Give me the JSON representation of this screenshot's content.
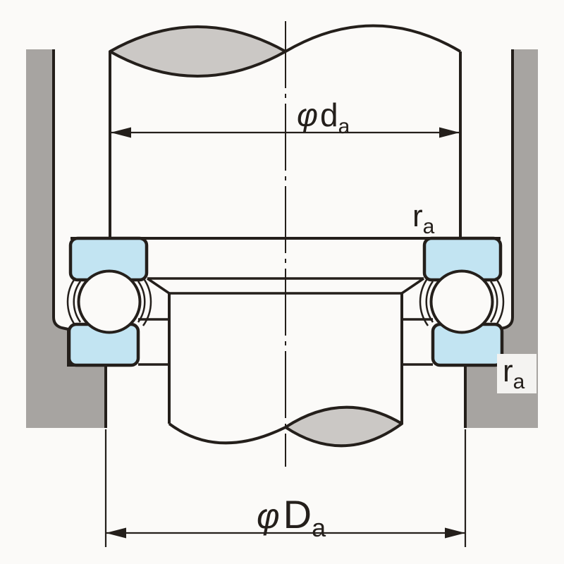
{
  "labels": {
    "shaft_abutment_diameter": {
      "symbol": "φ",
      "letter": "d",
      "subscript": "a"
    },
    "housing_abutment_diameter": {
      "symbol": "φ",
      "letter": "D",
      "subscript": "a"
    },
    "shaft_fillet_radius": {
      "letter": "r",
      "subscript": "a"
    },
    "housing_fillet_radius": {
      "letter": "r",
      "subscript": "a"
    }
  },
  "colors": {
    "paper": "#fbfaf8",
    "line": "#241f1b",
    "housing_gray": "#a7a4a1",
    "lens_gray": "#cbc8c5",
    "washer_blue": "#c2e4f2",
    "label_patch": "#f4f3f1"
  }
}
